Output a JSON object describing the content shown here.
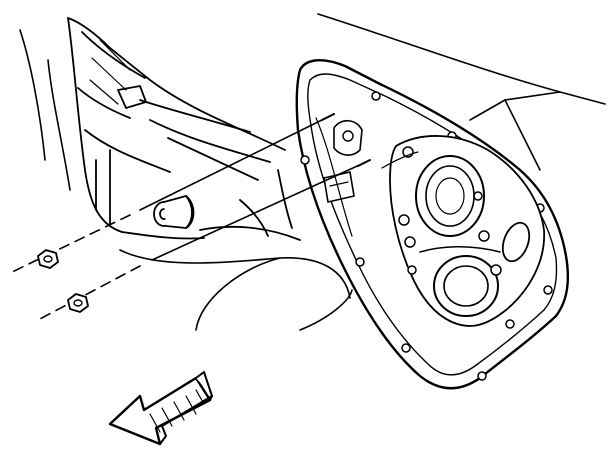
{
  "figure": {
    "kind": "line-art service illustration",
    "line_color": "#000000",
    "fill_color": "#ffffff",
    "arrow_fill": "#ffffff",
    "visible_text": []
  },
  "parts": {
    "door_panel": "door-inner-panel",
    "window_module": "window-regulator-module-panel",
    "fasteners": [
      "upper-nut-icon",
      "lower-nut-icon"
    ],
    "direction_indicator": "forward-arrow-icon"
  }
}
